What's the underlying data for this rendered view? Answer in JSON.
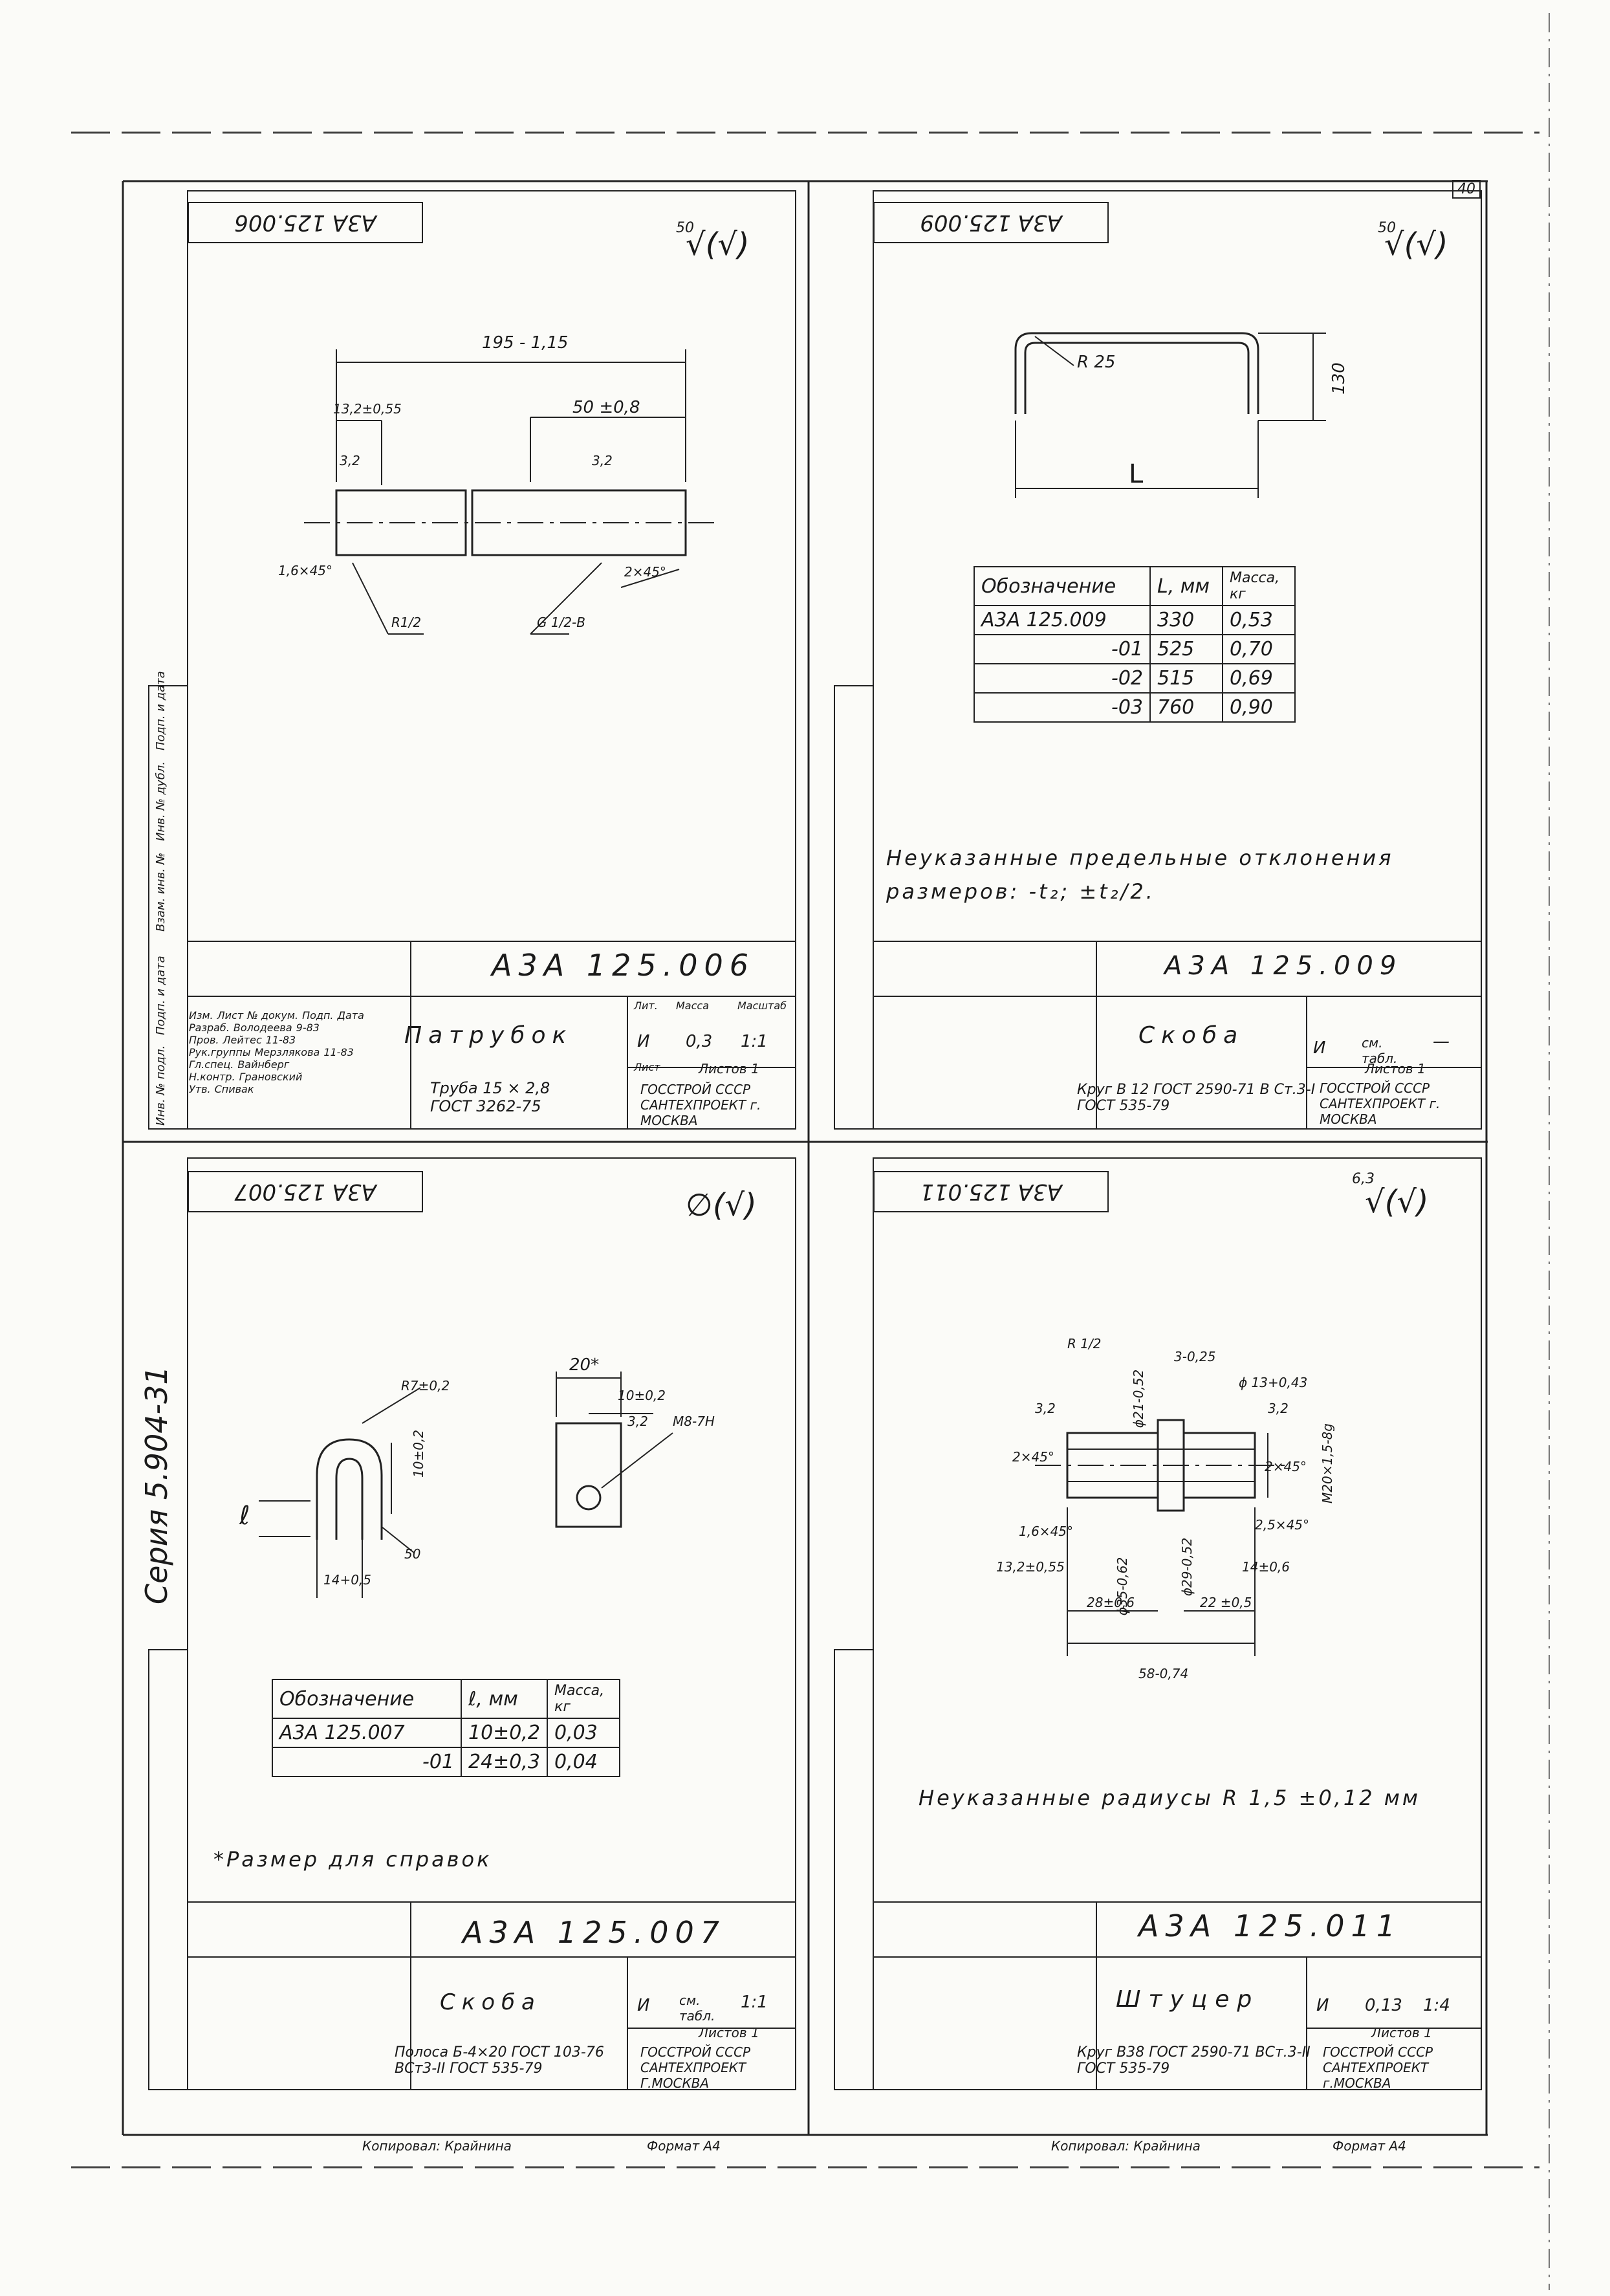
{
  "page_number": "40",
  "series": "Серия 5.904-31",
  "sheets": [
    {
      "code": "А3А 125.006",
      "code_rot": "А3А 125.006",
      "roughness": "50",
      "name": "Патрубок",
      "material": "Труба 15 × 2,8  ГОСТ 3262-75",
      "mass": "0,3",
      "scale": "1:1",
      "lit": "И",
      "sheets_label": "Листов 1",
      "org": "ГОССТРОЙ СССР САНТЕХПРОЕКТ г. МОСКВА",
      "dims": [
        "195 - 1,15",
        "13,2±0,55",
        "50 ±0,8",
        "3,2",
        "3,2",
        "1,6×45°",
        "2×45°",
        "R1/2",
        "G 1/2-B"
      ]
    },
    {
      "code": "А3А 125.009",
      "code_rot": "А3А 125.009",
      "roughness": "50",
      "name": "Скоба",
      "material": "Круг В 12 ГОСТ 2590-71  В Ст.3-I ГОСТ 535-79",
      "mass": "см. табл.",
      "scale": "—",
      "lit": "И",
      "sheets_label": "Листов 1",
      "org": "ГОССТРОЙ СССР САНТЕХПРОЕКТ г. МОСКВА",
      "dims": [
        "R 25",
        "130",
        "L"
      ],
      "table_head": [
        "Обозначение",
        "L, мм",
        "Масса, кг"
      ],
      "table_rows": [
        [
          "А3А 125.009",
          "330",
          "0,53"
        ],
        [
          "-01",
          "525",
          "0,70"
        ],
        [
          "-02",
          "515",
          "0,69"
        ],
        [
          "-03",
          "760",
          "0,90"
        ]
      ],
      "note": "Неуказанные предельные отклонения размеров: -t₂; ±t₂/2."
    },
    {
      "code": "А3А 125.007",
      "code_rot": "А3А 125.007",
      "roughness": "",
      "name": "Скоба",
      "material": "Полоса Б-4×20 ГОСТ 103-76  ВСт3-II ГОСТ 535-79",
      "mass": "см. табл.",
      "scale": "1:1",
      "lit": "И",
      "sheets_label": "Листов 1",
      "org": "ГОССТРОЙ СССР САНТЕХПРОЕКТ Г.МОСКВА",
      "dims": [
        "R7±0,2",
        "10±0,2",
        "ℓ",
        "50",
        "14+0,5",
        "20*",
        "10±0,2",
        "3,2",
        "M8-7H"
      ],
      "table_head": [
        "Обозначение",
        "ℓ, мм",
        "Масса, кг"
      ],
      "table_rows": [
        [
          "А3А 125.007",
          "10±0,2",
          "0,03"
        ],
        [
          "-01",
          "24±0,3",
          "0,04"
        ]
      ],
      "note": "*Размер для справок"
    },
    {
      "code": "А3А 125.011",
      "code_rot": "А3А 125.011",
      "roughness": "6,3",
      "name": "Штуцер",
      "material": "Круг В38 ГОСТ 2590-71  ВСт.3-II ГОСТ 535-79",
      "mass": "0,13",
      "scale": "1:4",
      "lit": "И",
      "sheets_label": "Листов 1",
      "org": "ГОССТРОЙ СССР САНТЕХПРОЕКТ г.МОСКВА",
      "dims": [
        "R 1/2",
        "3-0,25",
        "ϕ 13+0,43",
        "3,2",
        "3,2",
        "ϕ21-0,52",
        "2×45°",
        "2×45°",
        "M20×1,5-8g",
        "1,6×45°",
        "ϕ35-0,62",
        "ϕ29-0,52",
        "2,5×45°",
        "13,2±0,55",
        "14±0,6",
        "28±0,6",
        "22 ±0,5",
        "58-0,74"
      ],
      "note": "Неуказанные радиусы R 1,5 ±0,12 мм"
    }
  ],
  "stamp_rows": [
    [
      "Изм.",
      "Лист",
      "№ докум.",
      "Подп.",
      "Дата"
    ],
    [
      "Разраб.",
      "Володеева",
      "",
      "9-83"
    ],
    [
      "Пров.",
      "Лейтес",
      "",
      "11-83"
    ],
    [
      "Рук.группы",
      "Мерзлякова",
      "",
      "11-83"
    ],
    [
      "Гл.спец.",
      "Вайнберг",
      "",
      ""
    ],
    [
      "Н.контр.",
      "Грановский",
      "",
      ""
    ],
    [
      "Утв.",
      "Спивак",
      "",
      ""
    ]
  ],
  "stamp_labels": {
    "lit": "Лит.",
    "mass": "Масса",
    "scale": "Масштаб",
    "list": "Лист"
  },
  "side_labels": [
    "Инв. № подл.",
    "Подп. и дата",
    "Взам. инв. №",
    "Инв. № дубл.",
    "Подп. и дата"
  ],
  "footer": {
    "copied": "Копировал: Крайнина",
    "format": "Формат  А4"
  }
}
